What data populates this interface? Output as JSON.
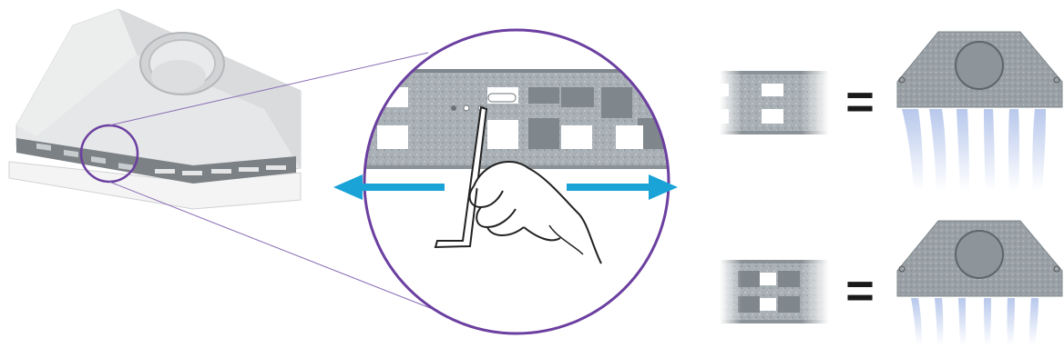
{
  "figure": {
    "type": "installation-diagram",
    "equals_symbol": "=",
    "icons": [
      "ceiling-diffuser-plenum",
      "magnified-damper-plate",
      "hex-key-in-hand",
      "left-arrow",
      "right-arrow",
      "damper-open-swatch",
      "damper-closed-swatch",
      "diffuser-high-airflow",
      "diffuser-low-airflow"
    ],
    "colors": {
      "magnifier_ring": "#6b3fa0",
      "arrow": "#1aa3d6",
      "metal": "#a9b0b5",
      "metal_dark": "#7f878c",
      "opening": "#ffffff",
      "airflow": "#c8d6f0",
      "equals": "#1a1a1a"
    }
  }
}
